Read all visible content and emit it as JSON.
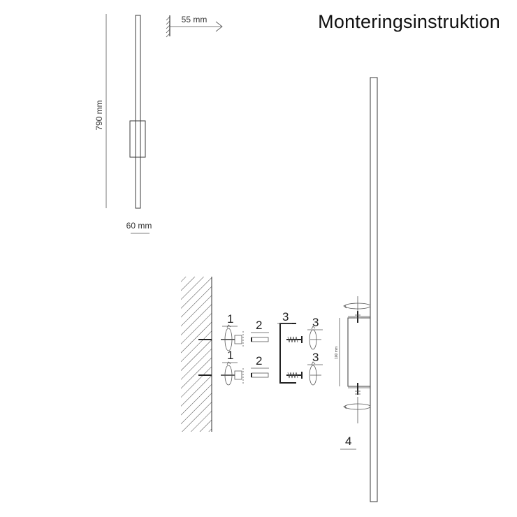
{
  "title": "Monteringsinstruktion",
  "dimensions": {
    "depth": "55 mm",
    "height": "790 mm",
    "width": "60 mm",
    "bracket": "100 mm"
  },
  "steps": {
    "s1a": "1",
    "s1b": "1",
    "s2a": "2",
    "s2b": "2",
    "s3a": "3",
    "s3b": "3",
    "s3c": "3",
    "s4": "4"
  }
}
